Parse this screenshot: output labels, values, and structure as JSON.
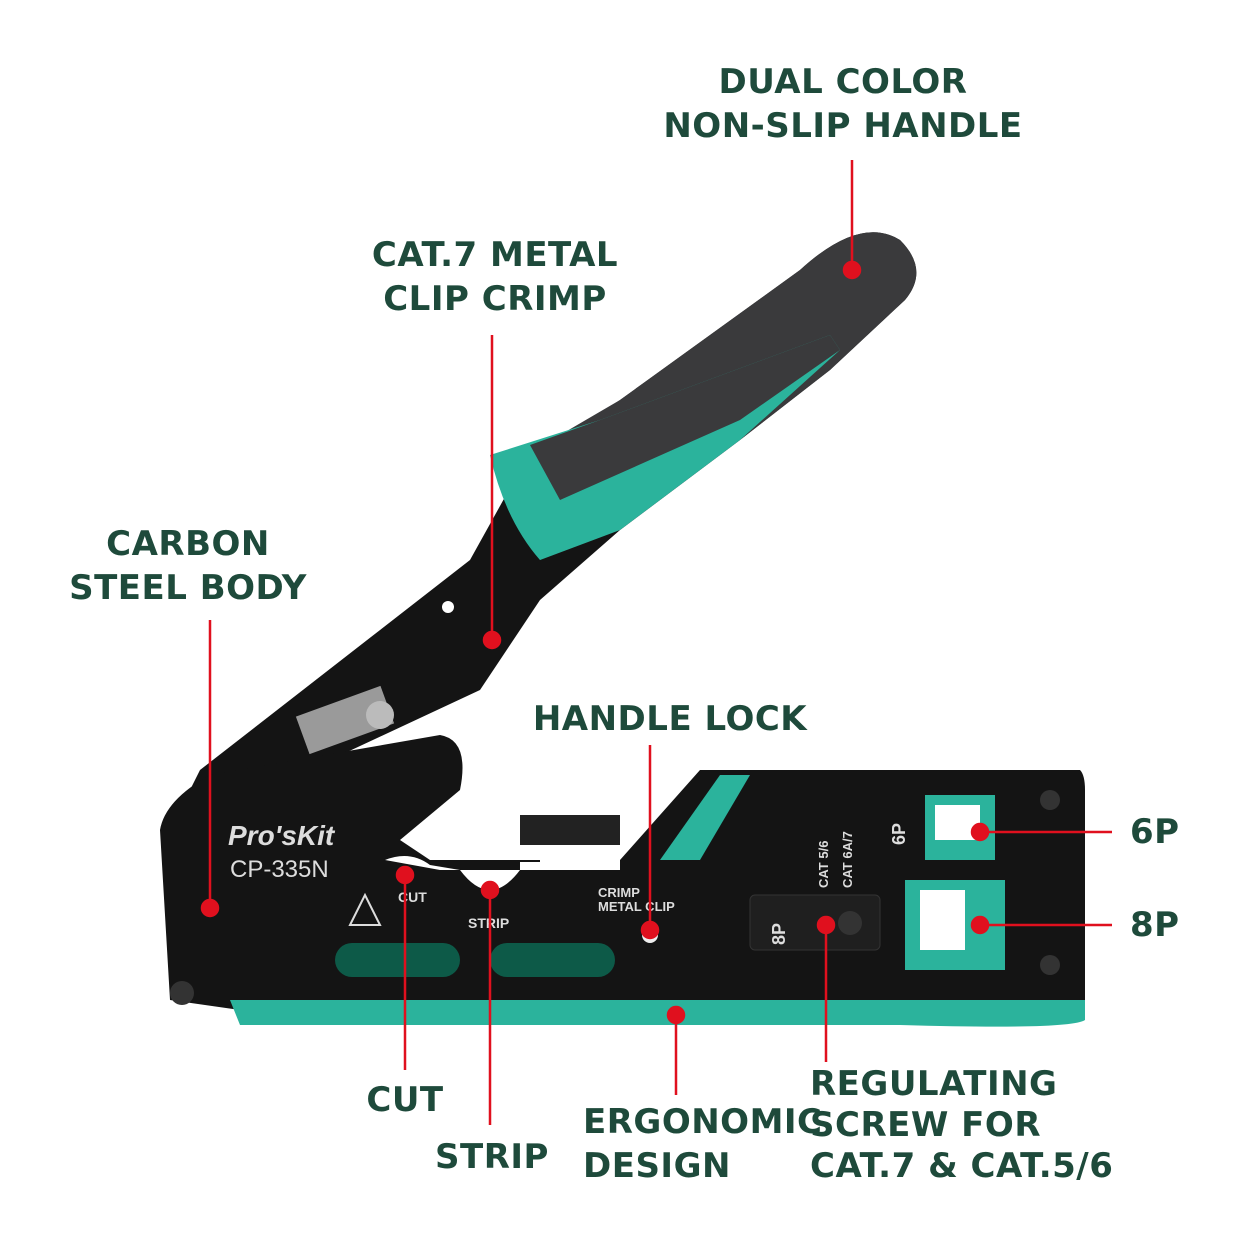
{
  "colors": {
    "label": "#1e4a3b",
    "callout": "#e0101e",
    "teal": "#2bb39c",
    "body": "#141414",
    "grip": "#3a3a3c"
  },
  "labels": {
    "dual_color": [
      "DUAL COLOR",
      "NON-SLIP HANDLE"
    ],
    "cat7_crimp": [
      "CAT.7 METAL",
      "CLIP CRIMP"
    ],
    "carbon_steel": [
      "CARBON",
      "STEEL BODY"
    ],
    "handle_lock": "HANDLE LOCK",
    "p6": "6P",
    "p8": "8P",
    "cut": "CUT",
    "strip": "STRIP",
    "ergonomic": [
      "ERGONOMIC",
      "DESIGN"
    ],
    "regulating": [
      "REGULATING",
      "SCREW FOR",
      "CAT.7 & CAT.5/6"
    ]
  },
  "tool_markings": {
    "brand": "Pro'sKit",
    "model": "CP-335N",
    "cut": "CUT",
    "strip": "STRIP",
    "crimp": [
      "CRIMP",
      "METAL CLIP"
    ],
    "cat56": "CAT 5/6",
    "cat6a7": "CAT 6A/7",
    "p6": "6P",
    "p8": "8P"
  }
}
